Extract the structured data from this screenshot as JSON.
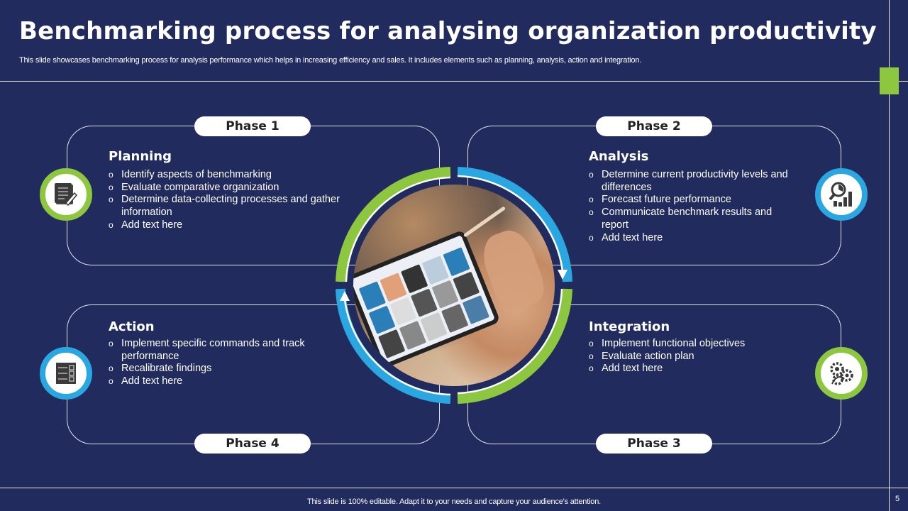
{
  "header": {
    "title": "Benchmarking process for analysing organization productivity",
    "subtitle": "This slide showcases benchmarking process for analysis performance which helps in increasing efficiency and sales. It includes elements such as  planning, analysis, action and integration."
  },
  "phases": [
    {
      "pill": "Phase 1",
      "heading": "Planning",
      "icon": "checklist-pencil-icon",
      "ring_color": "#8dc63f",
      "bullets": [
        "Identify aspects of benchmarking",
        "Evaluate comparative organization",
        "Determine data-collecting processes and gather information",
        "Add text here"
      ]
    },
    {
      "pill": "Phase 2",
      "heading": "Analysis",
      "icon": "magnifier-chart-icon",
      "ring_color": "#2aa7e0",
      "bullets": [
        "Determine current productivity levels and differences",
        "Forecast future performance",
        "Communicate benchmark results and report",
        "Add text here"
      ]
    },
    {
      "pill": "Phase 3",
      "heading": "Integration",
      "icon": "gears-icon",
      "ring_color": "#8dc63f",
      "bullets": [
        "Implement functional objectives",
        "Evaluate action plan",
        "Add text here"
      ]
    },
    {
      "pill": "Phase 4",
      "heading": "Action",
      "icon": "checklist-icon",
      "ring_color": "#2aa7e0",
      "bullets": [
        "Implement specific commands and track performance",
        "Recalibrate findings",
        "Add text here"
      ]
    }
  ],
  "center_image": {
    "description": "person using stylus on tablet showing photo gallery"
  },
  "colors": {
    "background": "#222b5e",
    "green": "#8dc63f",
    "blue": "#2aa7e0",
    "line": "#e8eaf0"
  },
  "footer": {
    "text": "This slide is 100% editable. Adapt it to your needs and capture your audience's attention.",
    "page_number": "5"
  }
}
